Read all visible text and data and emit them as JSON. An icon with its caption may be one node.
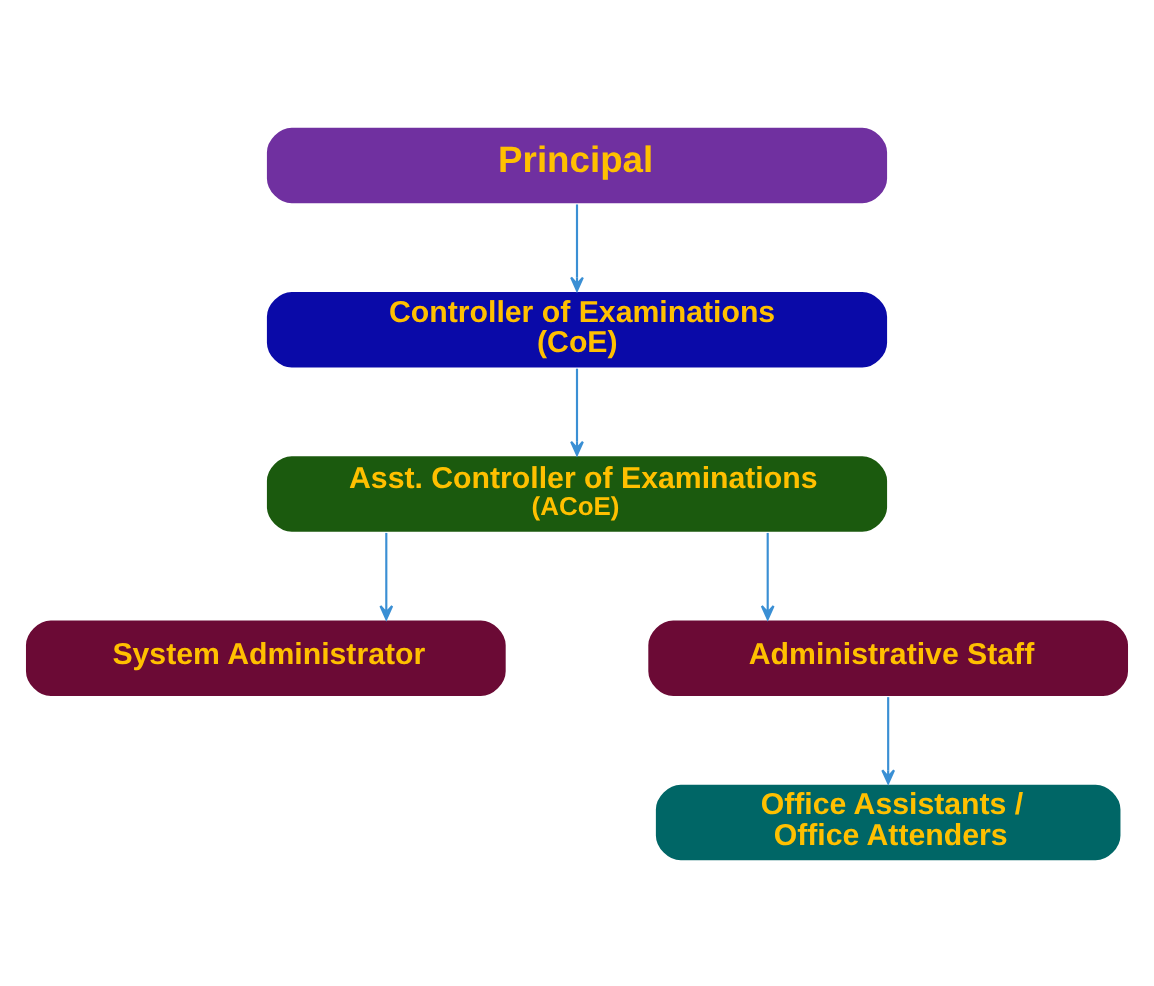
{
  "diagram": {
    "nodes": [
      {
        "text": [
          "Principal"
        ]
      },
      {
        "text": [
          "Controller of Examinations",
          "(CoE)"
        ]
      },
      {
        "text": [
          "Asst. Controller of Examinations",
          "(ACoE)"
        ]
      },
      {
        "text": [
          "System Administrator"
        ]
      },
      {
        "text": [
          "Administrative Staff"
        ]
      },
      {
        "text": [
          "Office Assistants / Office Attenders"
        ]
      }
    ],
    "edges": [
      {
        "from": 0,
        "to": 1,
        "arrow": "to"
      },
      {
        "from": 1,
        "to": 2,
        "arrow": "to"
      },
      {
        "from": 2,
        "to": 3,
        "arrow": "to"
      },
      {
        "from": 2,
        "to": 4,
        "arrow": "to"
      },
      {
        "from": 4,
        "to": 5,
        "arrow": "to"
      }
    ]
  }
}
